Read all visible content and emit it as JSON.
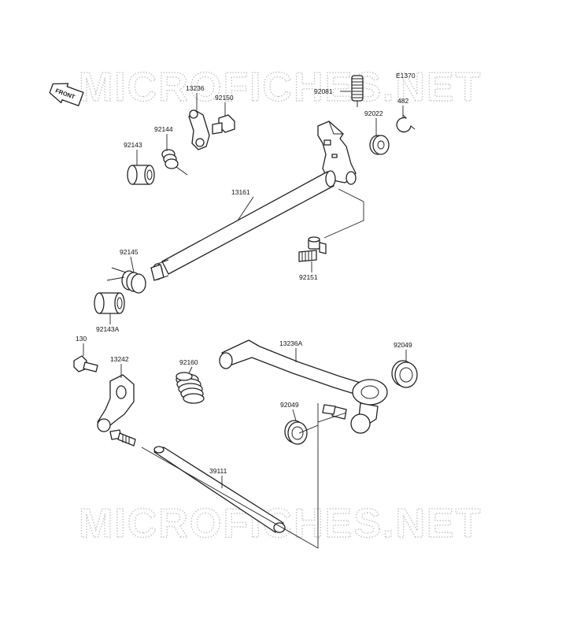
{
  "diagram_code": "E1370",
  "watermark_text": "MICROFICHES.NET",
  "front_label": "FRONT",
  "parts": {
    "p13236": "13236",
    "p92150": "92150",
    "p92144": "92144",
    "p92143": "92143",
    "p13161": "13161",
    "p92081": "92081",
    "p482": "482",
    "p92022": "92022",
    "p92151": "92151",
    "p92145": "92145",
    "p92143A": "92143A",
    "p130": "130",
    "p13242": "13242",
    "p92160": "92160",
    "p13236A": "13236A",
    "p92049a": "92049",
    "p92049b": "92049",
    "p39111": "39111"
  }
}
